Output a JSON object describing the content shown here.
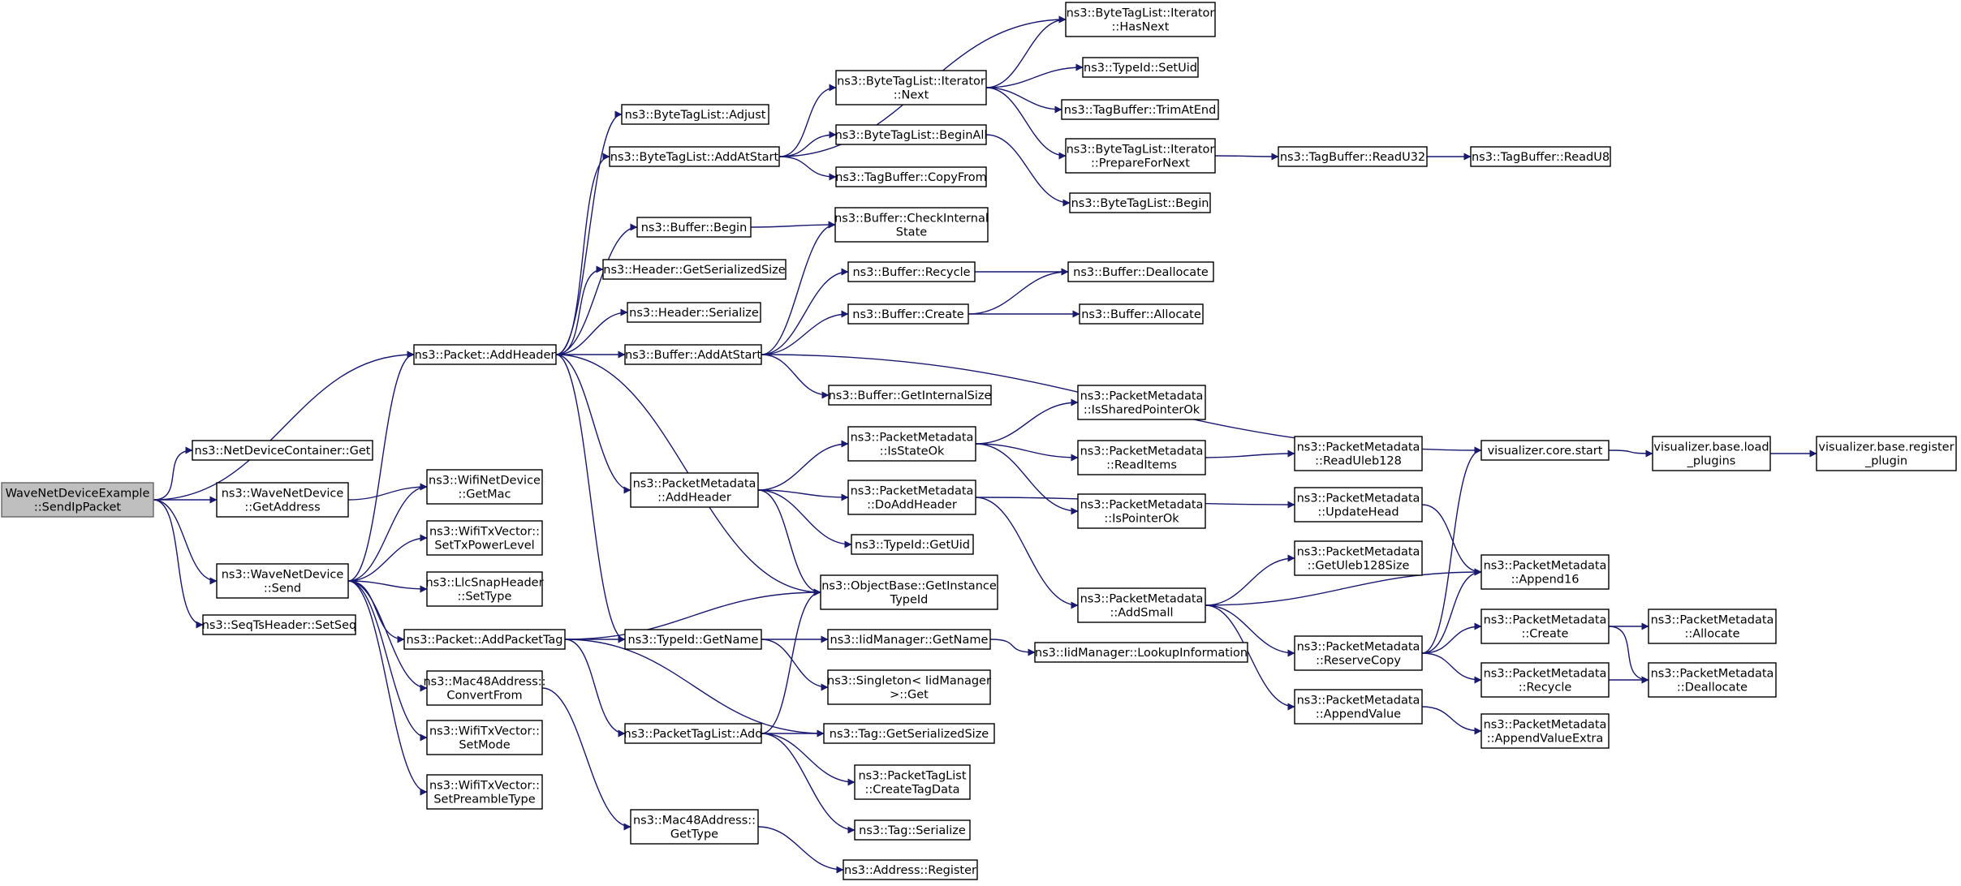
{
  "diagram": {
    "type": "call-graph",
    "colors": {
      "edge": "#191970",
      "root_fill": "#bfbfbf",
      "node_fill": "#ffffff",
      "node_stroke": "#000000"
    },
    "nodes": [
      {
        "id": "root",
        "lines": [
          "WaveNetDeviceExample",
          "::SendIpPacket"
        ],
        "root": true
      },
      {
        "id": "addheader",
        "lines": [
          "ns3::Packet::AddHeader"
        ]
      },
      {
        "id": "ndcget",
        "lines": [
          "ns3::NetDeviceContainer::Get"
        ]
      },
      {
        "id": "wndgetaddr",
        "lines": [
          "ns3::WaveNetDevice",
          "::GetAddress"
        ]
      },
      {
        "id": "wndsend",
        "lines": [
          "ns3::WaveNetDevice",
          "::Send"
        ]
      },
      {
        "id": "seqts",
        "lines": [
          "ns3::SeqTsHeader::SetSeq"
        ]
      },
      {
        "id": "wifigetmac",
        "lines": [
          "ns3::WifiNetDevice",
          "::GetMac"
        ]
      },
      {
        "id": "settxpower",
        "lines": [
          "ns3::WifiTxVector::",
          "SetTxPowerLevel"
        ]
      },
      {
        "id": "llcsettype",
        "lines": [
          "ns3::LlcSnapHeader",
          "::SetType"
        ]
      },
      {
        "id": "addpackettag",
        "lines": [
          "ns3::Packet::AddPacketTag"
        ]
      },
      {
        "id": "mac48convert",
        "lines": [
          "ns3::Mac48Address::",
          "ConvertFrom"
        ]
      },
      {
        "id": "setmode",
        "lines": [
          "ns3::WifiTxVector::",
          "SetMode"
        ]
      },
      {
        "id": "setpreamble",
        "lines": [
          "ns3::WifiTxVector::",
          "SetPreambleType"
        ]
      },
      {
        "id": "btladjust",
        "lines": [
          "ns3::ByteTagList::Adjust"
        ]
      },
      {
        "id": "btladdatstart",
        "lines": [
          "ns3::ByteTagList::AddAtStart"
        ]
      },
      {
        "id": "bufbegin",
        "lines": [
          "ns3::Buffer::Begin"
        ]
      },
      {
        "id": "hdrgetsize",
        "lines": [
          "ns3::Header::GetSerializedSize"
        ]
      },
      {
        "id": "hdrserialize",
        "lines": [
          "ns3::Header::Serialize"
        ]
      },
      {
        "id": "bufaddatstart",
        "lines": [
          "ns3::Buffer::AddAtStart"
        ]
      },
      {
        "id": "pmaddheader",
        "lines": [
          "ns3::PacketMetadata",
          "::AddHeader"
        ]
      },
      {
        "id": "typeidgetname",
        "lines": [
          "ns3::TypeId::GetName"
        ]
      },
      {
        "id": "ptladd",
        "lines": [
          "ns3::PacketTagList::Add"
        ]
      },
      {
        "id": "mac48gettype",
        "lines": [
          "ns3::Mac48Address::",
          "GetType"
        ]
      },
      {
        "id": "btlitnext",
        "lines": [
          "ns3::ByteTagList::Iterator",
          "::Next"
        ]
      },
      {
        "id": "btlbeginall",
        "lines": [
          "ns3::ByteTagList::BeginAll"
        ]
      },
      {
        "id": "tbcopyfrom",
        "lines": [
          "ns3::TagBuffer::CopyFrom"
        ]
      },
      {
        "id": "bufcheckinternal",
        "lines": [
          "ns3::Buffer::CheckInternal",
          "State"
        ]
      },
      {
        "id": "bufrecycle",
        "lines": [
          "ns3::Buffer::Recycle"
        ]
      },
      {
        "id": "bufcreate",
        "lines": [
          "ns3::Buffer::Create"
        ]
      },
      {
        "id": "bufgetinternal",
        "lines": [
          "ns3::Buffer::GetInternalSize"
        ]
      },
      {
        "id": "pmisstateok",
        "lines": [
          "ns3::PacketMetadata",
          "::IsStateOk"
        ]
      },
      {
        "id": "pmdoaddheader",
        "lines": [
          "ns3::PacketMetadata",
          "::DoAddHeader"
        ]
      },
      {
        "id": "typeidgetuid",
        "lines": [
          "ns3::TypeId::GetUid"
        ]
      },
      {
        "id": "objgetinstance",
        "lines": [
          "ns3::ObjectBase::GetInstance",
          "TypeId"
        ]
      },
      {
        "id": "iidgetname",
        "lines": [
          "ns3::IidManager::GetName"
        ]
      },
      {
        "id": "singletonget",
        "lines": [
          "ns3::Singleton< IidManager",
          ">::Get"
        ]
      },
      {
        "id": "taggetsize",
        "lines": [
          "ns3::Tag::GetSerializedSize"
        ]
      },
      {
        "id": "ptlcreatetag",
        "lines": [
          "ns3::PacketTagList",
          "::CreateTagData"
        ]
      },
      {
        "id": "tagserialize",
        "lines": [
          "ns3::Tag::Serialize"
        ]
      },
      {
        "id": "addrregister",
        "lines": [
          "ns3::Address::Register"
        ]
      },
      {
        "id": "btlithasnext",
        "lines": [
          "ns3::ByteTagList::Iterator",
          "::HasNext"
        ]
      },
      {
        "id": "typeidsetuid",
        "lines": [
          "ns3::TypeId::SetUid"
        ]
      },
      {
        "id": "tbtrimatend",
        "lines": [
          "ns3::TagBuffer::TrimAtEnd"
        ]
      },
      {
        "id": "btlitprepare",
        "lines": [
          "ns3::ByteTagList::Iterator",
          "::PrepareForNext"
        ]
      },
      {
        "id": "btlbegin",
        "lines": [
          "ns3::ByteTagList::Begin"
        ]
      },
      {
        "id": "bufdeallocate",
        "lines": [
          "ns3::Buffer::Deallocate"
        ]
      },
      {
        "id": "bufallocate",
        "lines": [
          "ns3::Buffer::Allocate"
        ]
      },
      {
        "id": "pmissharedptr",
        "lines": [
          "ns3::PacketMetadata",
          "::IsSharedPointerOk"
        ]
      },
      {
        "id": "pmreaditems",
        "lines": [
          "ns3::PacketMetadata",
          "::ReadItems"
        ]
      },
      {
        "id": "pmispointerok",
        "lines": [
          "ns3::PacketMetadata",
          "::IsPointerOk"
        ]
      },
      {
        "id": "pmaddsmall",
        "lines": [
          "ns3::PacketMetadata",
          "::AddSmall"
        ]
      },
      {
        "id": "iidlookup",
        "lines": [
          "ns3::IidManager::LookupInformation"
        ]
      },
      {
        "id": "tbreadu32",
        "lines": [
          "ns3::TagBuffer::ReadU32"
        ]
      },
      {
        "id": "tbreadu8",
        "lines": [
          "ns3::TagBuffer::ReadU8"
        ]
      },
      {
        "id": "pmreaduleb",
        "lines": [
          "ns3::PacketMetadata",
          "::ReadUleb128"
        ]
      },
      {
        "id": "pmupdatehead",
        "lines": [
          "ns3::PacketMetadata",
          "::UpdateHead"
        ]
      },
      {
        "id": "pmgetuleb",
        "lines": [
          "ns3::PacketMetadata",
          "::GetUleb128Size"
        ]
      },
      {
        "id": "pmreservecopy",
        "lines": [
          "ns3::PacketMetadata",
          "::ReserveCopy"
        ]
      },
      {
        "id": "pmappendvalue",
        "lines": [
          "ns3::PacketMetadata",
          "::AppendValue"
        ]
      },
      {
        "id": "vizstart",
        "lines": [
          "visualizer.core.start"
        ]
      },
      {
        "id": "pmappend16",
        "lines": [
          "ns3::PacketMetadata",
          "::Append16"
        ]
      },
      {
        "id": "pmcreate",
        "lines": [
          "ns3::PacketMetadata",
          "::Create"
        ]
      },
      {
        "id": "pmrecycle",
        "lines": [
          "ns3::PacketMetadata",
          "::Recycle"
        ]
      },
      {
        "id": "pmappendextra",
        "lines": [
          "ns3::PacketMetadata",
          "::AppendValueExtra"
        ]
      },
      {
        "id": "vizload",
        "lines": [
          "visualizer.base.load",
          "_plugins"
        ]
      },
      {
        "id": "vizregister",
        "lines": [
          "visualizer.base.register",
          "_plugin"
        ]
      },
      {
        "id": "pmallocate",
        "lines": [
          "ns3::PacketMetadata",
          "::Allocate"
        ]
      },
      {
        "id": "pmdeallocate",
        "lines": [
          "ns3::PacketMetadata",
          "::Deallocate"
        ]
      }
    ],
    "edges": [
      [
        "root",
        "addheader"
      ],
      [
        "root",
        "ndcget"
      ],
      [
        "root",
        "wndgetaddr"
      ],
      [
        "root",
        "wndsend"
      ],
      [
        "root",
        "seqts"
      ],
      [
        "wndgetaddr",
        "wifigetmac"
      ],
      [
        "wndsend",
        "addheader"
      ],
      [
        "wndsend",
        "wifigetmac"
      ],
      [
        "wndsend",
        "settxpower"
      ],
      [
        "wndsend",
        "llcsettype"
      ],
      [
        "wndsend",
        "addpackettag"
      ],
      [
        "wndsend",
        "mac48convert"
      ],
      [
        "wndsend",
        "setmode"
      ],
      [
        "wndsend",
        "setpreamble"
      ],
      [
        "addheader",
        "btladjust"
      ],
      [
        "addheader",
        "btladdatstart"
      ],
      [
        "addheader",
        "bufbegin"
      ],
      [
        "addheader",
        "hdrgetsize"
      ],
      [
        "addheader",
        "hdrserialize"
      ],
      [
        "addheader",
        "bufaddatstart"
      ],
      [
        "addheader",
        "pmaddheader"
      ],
      [
        "addheader",
        "typeidgetname"
      ],
      [
        "addheader",
        "objgetinstance"
      ],
      [
        "addpackettag",
        "objgetinstance"
      ],
      [
        "addpackettag",
        "typeidgetname"
      ],
      [
        "addpackettag",
        "ptladd"
      ],
      [
        "addpackettag",
        "taggetsize"
      ],
      [
        "mac48convert",
        "mac48gettype"
      ],
      [
        "btladdatstart",
        "btlithasnext"
      ],
      [
        "btladdatstart",
        "btlitnext"
      ],
      [
        "btladdatstart",
        "btlbeginall"
      ],
      [
        "btladdatstart",
        "tbcopyfrom"
      ],
      [
        "bufbegin",
        "bufcheckinternal"
      ],
      [
        "bufaddatstart",
        "bufcheckinternal"
      ],
      [
        "bufaddatstart",
        "bufrecycle"
      ],
      [
        "bufaddatstart",
        "bufcreate"
      ],
      [
        "bufaddatstart",
        "bufgetinternal"
      ],
      [
        "bufaddatstart",
        "vizstart"
      ],
      [
        "pmaddheader",
        "pmisstateok"
      ],
      [
        "pmaddheader",
        "pmdoaddheader"
      ],
      [
        "pmaddheader",
        "typeidgetuid"
      ],
      [
        "pmaddheader",
        "objgetinstance"
      ],
      [
        "typeidgetname",
        "iidgetname"
      ],
      [
        "typeidgetname",
        "singletonget"
      ],
      [
        "ptladd",
        "objgetinstance"
      ],
      [
        "ptladd",
        "taggetsize"
      ],
      [
        "ptladd",
        "ptlcreatetag"
      ],
      [
        "ptladd",
        "tagserialize"
      ],
      [
        "mac48gettype",
        "addrregister"
      ],
      [
        "btlitnext",
        "btlithasnext"
      ],
      [
        "btlitnext",
        "typeidsetuid"
      ],
      [
        "btlitnext",
        "tbtrimatend"
      ],
      [
        "btlitnext",
        "btlitprepare"
      ],
      [
        "btlbeginall",
        "btlbegin"
      ],
      [
        "bufrecycle",
        "bufdeallocate"
      ],
      [
        "bufcreate",
        "bufdeallocate"
      ],
      [
        "bufcreate",
        "bufallocate"
      ],
      [
        "pmisstateok",
        "pmissharedptr"
      ],
      [
        "pmisstateok",
        "pmreaditems"
      ],
      [
        "pmisstateok",
        "pmispointerok"
      ],
      [
        "pmdoaddheader",
        "pmupdatehead"
      ],
      [
        "pmdoaddheader",
        "pmaddsmall"
      ],
      [
        "iidgetname",
        "iidlookup"
      ],
      [
        "btlitprepare",
        "tbreadu32"
      ],
      [
        "tbreadu32",
        "tbreadu8"
      ],
      [
        "pmreaditems",
        "pmreaduleb"
      ],
      [
        "pmaddsmall",
        "pmgetuleb"
      ],
      [
        "pmaddsmall",
        "pmappend16"
      ],
      [
        "pmaddsmall",
        "pmreservecopy"
      ],
      [
        "pmaddsmall",
        "pmappendvalue"
      ],
      [
        "pmupdatehead",
        "pmappend16"
      ],
      [
        "pmreservecopy",
        "vizstart"
      ],
      [
        "pmreservecopy",
        "pmappend16"
      ],
      [
        "pmreservecopy",
        "pmcreate"
      ],
      [
        "pmreservecopy",
        "pmrecycle"
      ],
      [
        "pmappendvalue",
        "pmappendextra"
      ],
      [
        "pmcreate",
        "pmallocate"
      ],
      [
        "pmcreate",
        "pmdeallocate"
      ],
      [
        "pmrecycle",
        "pmdeallocate"
      ],
      [
        "vizstart",
        "vizload"
      ],
      [
        "vizload",
        "vizregister"
      ]
    ]
  }
}
